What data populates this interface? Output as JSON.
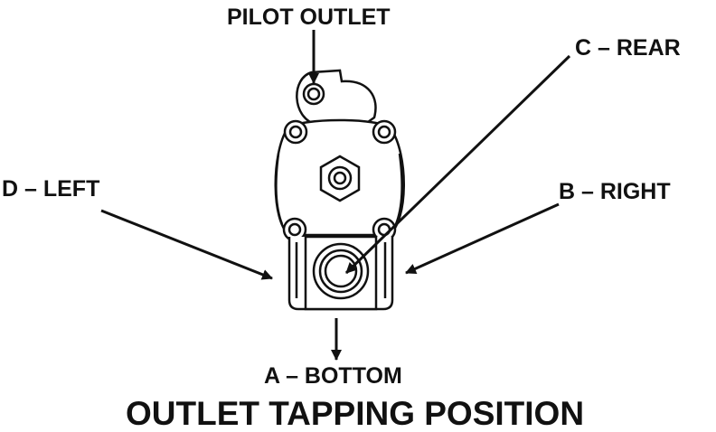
{
  "labels": {
    "pilot_outlet": "PILOT OUTLET",
    "rear": "C – REAR",
    "left": "D – LEFT",
    "right": "B – RIGHT",
    "bottom": "A – BOTTOM"
  },
  "title": "OUTLET TAPPING POSITION",
  "colors": {
    "ink": "#111111",
    "background": "#ffffff"
  }
}
